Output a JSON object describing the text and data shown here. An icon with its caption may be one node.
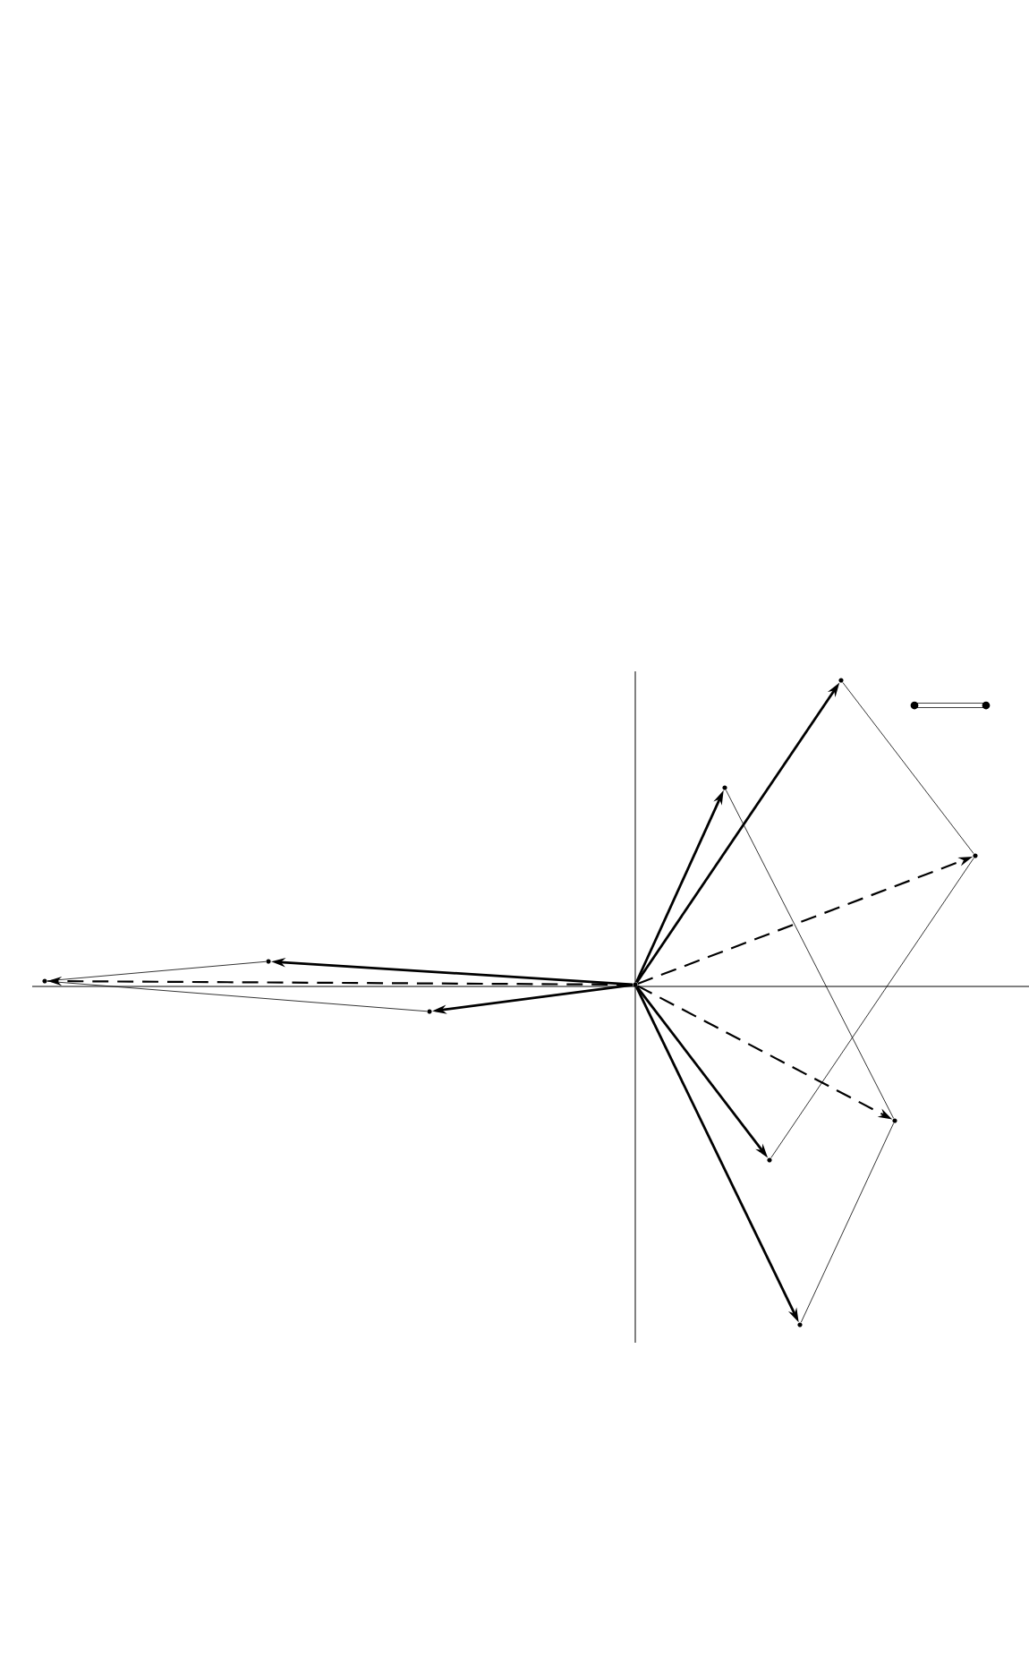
{
  "diagram": {
    "nodes": [
      {
        "text": [],
        "shape": "point"
      },
      {
        "text": [],
        "shape": "point"
      },
      {
        "text": [],
        "shape": "point"
      },
      {
        "text": [],
        "shape": "point"
      },
      {
        "text": [],
        "shape": "point"
      },
      {
        "text": [],
        "shape": "point"
      },
      {
        "text": [],
        "shape": "point"
      },
      {
        "text": [],
        "shape": "point"
      },
      {
        "text": [],
        "shape": "point"
      },
      {
        "text": [],
        "shape": "point"
      }
    ],
    "edges": [
      {
        "from": 0,
        "to": 1,
        "arrow": "to"
      },
      {
        "from": 0,
        "to": 2,
        "arrow": "to"
      },
      {
        "from": 0,
        "to": 3,
        "arrow": "to",
        "style": "dashed"
      },
      {
        "from": 0,
        "to": 4,
        "arrow": "to"
      },
      {
        "from": 0,
        "to": 5,
        "arrow": "to",
        "style": "dashed"
      },
      {
        "from": 0,
        "to": 6,
        "arrow": "to"
      },
      {
        "from": 1,
        "to": 3,
        "arrow": "none"
      },
      {
        "from": 4,
        "to": 3,
        "arrow": "none"
      },
      {
        "from": 2,
        "to": 5,
        "arrow": "none"
      },
      {
        "from": 6,
        "to": 5,
        "arrow": "none"
      },
      {
        "from": 0,
        "to": 7,
        "arrow": "to"
      },
      {
        "from": 0,
        "to": 8,
        "arrow": "to"
      },
      {
        "from": 0,
        "to": 9,
        "arrow": "to",
        "style": "dashed"
      },
      {
        "from": 7,
        "to": 9,
        "arrow": "none"
      },
      {
        "from": 8,
        "to": 9,
        "arrow": "none"
      }
    ]
  }
}
